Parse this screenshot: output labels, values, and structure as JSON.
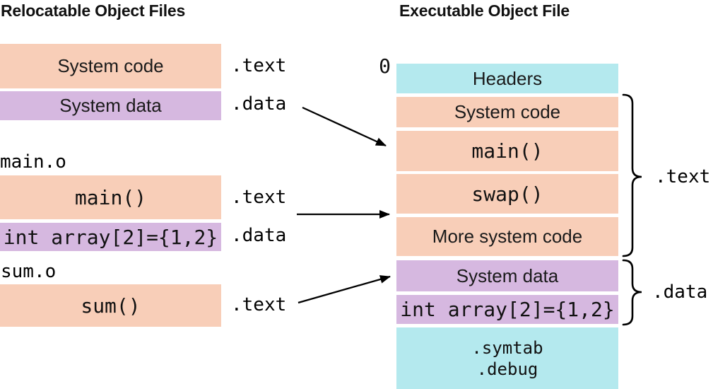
{
  "left_panel": {
    "title": "Relocatable Object Files",
    "system_boxes": [
      {
        "label": "System code",
        "section": ".text"
      },
      {
        "label": "System data",
        "section": ".data"
      }
    ],
    "files": [
      {
        "name": "main.o",
        "boxes": [
          {
            "label": "main()",
            "section": ".text"
          },
          {
            "label": "int array[2]={1,2}",
            "section": ".data"
          }
        ]
      },
      {
        "name": "sum.o",
        "boxes": [
          {
            "label": "sum()",
            "section": ".text"
          }
        ]
      }
    ]
  },
  "right_panel": {
    "title": "Executable Object File",
    "start_address": "0",
    "rows": [
      {
        "label": "Headers",
        "kind": "meta"
      },
      {
        "label": "System code",
        "kind": "code"
      },
      {
        "label": "main()",
        "kind": "code"
      },
      {
        "label": "swap()",
        "kind": "code"
      },
      {
        "label": "More system code",
        "kind": "code"
      },
      {
        "label": "System data",
        "kind": "data"
      },
      {
        "label": "int array[2]={1,2}",
        "kind": "data"
      },
      {
        "kind": "meta",
        "lines": [
          ".symtab",
          ".debug"
        ]
      }
    ],
    "braces": [
      {
        "label": ".text",
        "covers": [
          "System code",
          "main()",
          "swap()",
          "More system code"
        ]
      },
      {
        "label": ".data",
        "covers": [
          "System data",
          "int array[2]={1,2}"
        ]
      }
    ]
  },
  "colors": {
    "code_box": "#f8ceb8",
    "data_box": "#d6b8e0",
    "meta_box": "#b4e9ee",
    "arrow": "#000000",
    "text": "#1a1a1a"
  }
}
